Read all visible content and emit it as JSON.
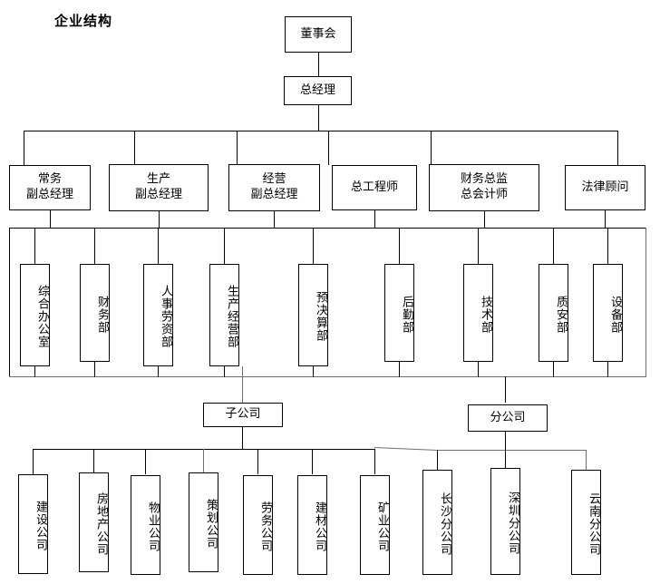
{
  "title": "企业结构",
  "colors": {
    "line": "#000000",
    "line_soft": "#6f6f6f",
    "box_fill": "#ffffff",
    "text": "#000000"
  },
  "nodes": {
    "board": "董事会",
    "general_manager": "总经理",
    "executives": [
      {
        "label": "常务\n副总经理",
        "line1": "常务",
        "line2": "副总经理"
      },
      {
        "label": "生产\n副总经理",
        "line1": "生产",
        "line2": "副总经理"
      },
      {
        "label": "经营\n副总经理",
        "line1": "经营",
        "line2": "副总经理"
      },
      {
        "label": "总工程师",
        "line1": "总工程师",
        "line2": ""
      },
      {
        "label": "财务总监\n总会计师",
        "line1": "财务总监",
        "line2": "总会计师"
      },
      {
        "label": "法律顾问",
        "line1": "法律顾问",
        "line2": ""
      }
    ],
    "departments": [
      "综合办公室",
      "财务部",
      "人事劳资部",
      "生产经营部",
      "预决算部",
      "后勤部",
      "技术部",
      "质安部",
      "设备部"
    ],
    "groups": [
      {
        "label": "子公司"
      },
      {
        "label": "分公司"
      }
    ],
    "subsidiaries": [
      "建设公司",
      "房地产公司",
      "物业公司",
      "策划公司",
      "劳务公司",
      "建材公司",
      "矿业公司"
    ],
    "branches": [
      "长沙分公司",
      "深圳分公司",
      "云南分公司"
    ]
  }
}
